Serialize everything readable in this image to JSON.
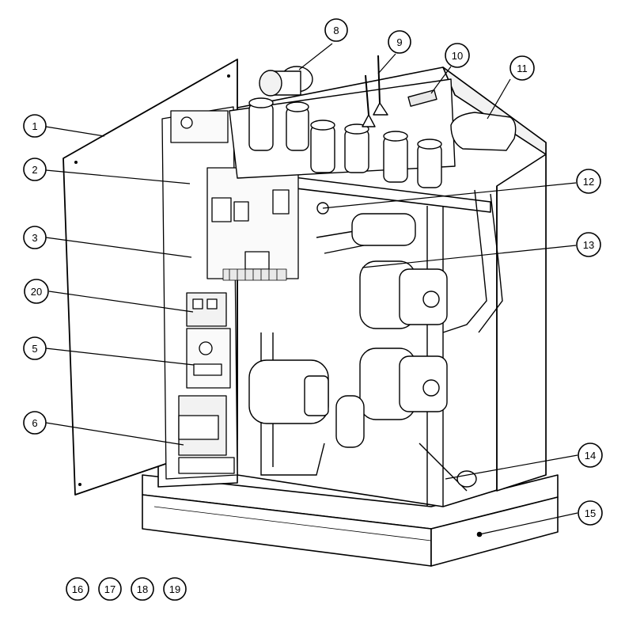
{
  "callouts": [
    {
      "id": "c1",
      "label": "1"
    },
    {
      "id": "c2",
      "label": "2"
    },
    {
      "id": "c3",
      "label": "3"
    },
    {
      "id": "c20",
      "label": "20"
    },
    {
      "id": "c5",
      "label": "5"
    },
    {
      "id": "c6",
      "label": "6"
    },
    {
      "id": "c8",
      "label": "8"
    },
    {
      "id": "c9",
      "label": "9"
    },
    {
      "id": "c10",
      "label": "10"
    },
    {
      "id": "c11",
      "label": "11"
    },
    {
      "id": "c12",
      "label": "12"
    },
    {
      "id": "c13",
      "label": "13"
    },
    {
      "id": "c14",
      "label": "14"
    },
    {
      "id": "c15",
      "label": "15"
    },
    {
      "id": "c16",
      "label": "16"
    },
    {
      "id": "c17",
      "label": "17"
    },
    {
      "id": "c18",
      "label": "18"
    },
    {
      "id": "c19",
      "label": "19"
    }
  ]
}
